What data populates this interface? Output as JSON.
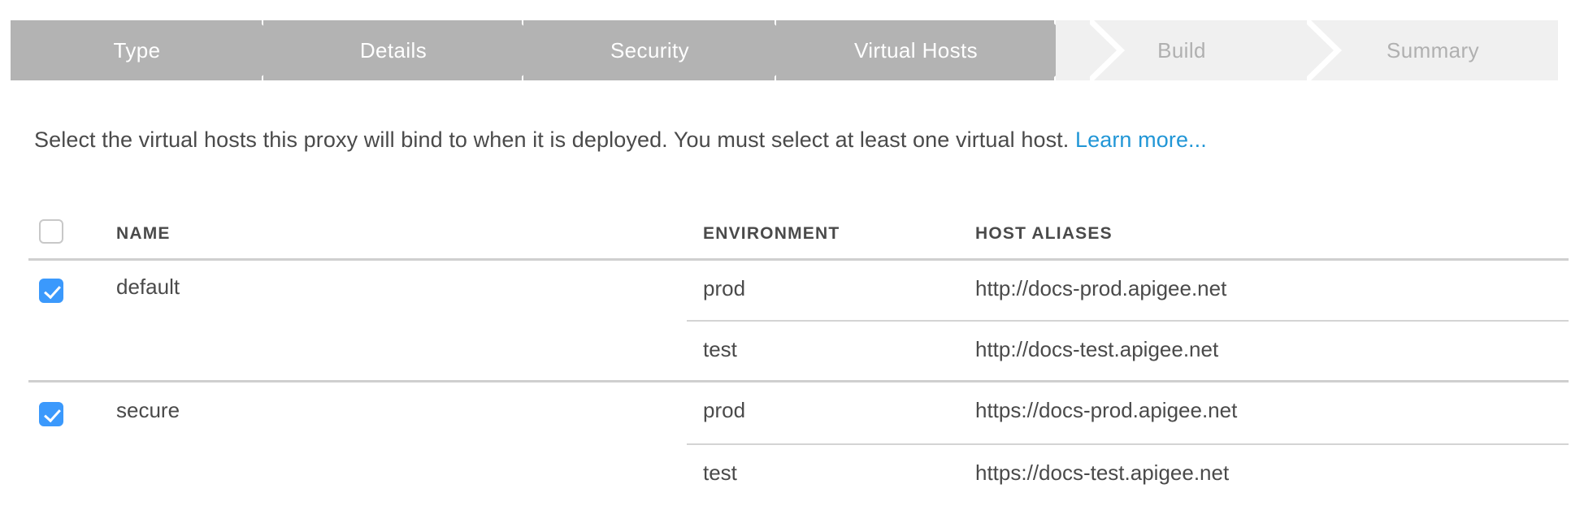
{
  "wizard": {
    "steps": [
      {
        "label": "Type",
        "state": "active"
      },
      {
        "label": "Details",
        "state": "active"
      },
      {
        "label": "Security",
        "state": "active"
      },
      {
        "label": "Virtual Hosts",
        "state": "active"
      },
      {
        "label": "Build",
        "state": "inactive"
      },
      {
        "label": "Summary",
        "state": "inactive"
      }
    ],
    "active_color": "#b3b3b3",
    "active_text_color": "#ffffff",
    "inactive_color": "#f0f0f0",
    "inactive_text_color": "#b0b0b0",
    "separator_color": "#ffffff"
  },
  "description": {
    "text": "Select the virtual hosts this proxy will bind to when it is deployed. You must select at least one virtual host. ",
    "link_text": "Learn more...",
    "link_color": "#2196d6"
  },
  "table": {
    "select_all_checked": false,
    "headers": {
      "name": "NAME",
      "environment": "ENVIRONMENT",
      "host_aliases": "HOST ALIASES"
    },
    "rows": [
      {
        "name": "default",
        "checked": true,
        "entries": [
          {
            "environment": "prod",
            "host_alias": "http://docs-prod.apigee.net"
          },
          {
            "environment": "test",
            "host_alias": "http://docs-test.apigee.net"
          }
        ]
      },
      {
        "name": "secure",
        "checked": true,
        "entries": [
          {
            "environment": "prod",
            "host_alias": "https://docs-prod.apigee.net"
          },
          {
            "environment": "test",
            "host_alias": "https://docs-test.apigee.net"
          }
        ]
      }
    ],
    "checkbox_checked_color": "#3b99fc",
    "divider_color": "#cfcfcf"
  }
}
